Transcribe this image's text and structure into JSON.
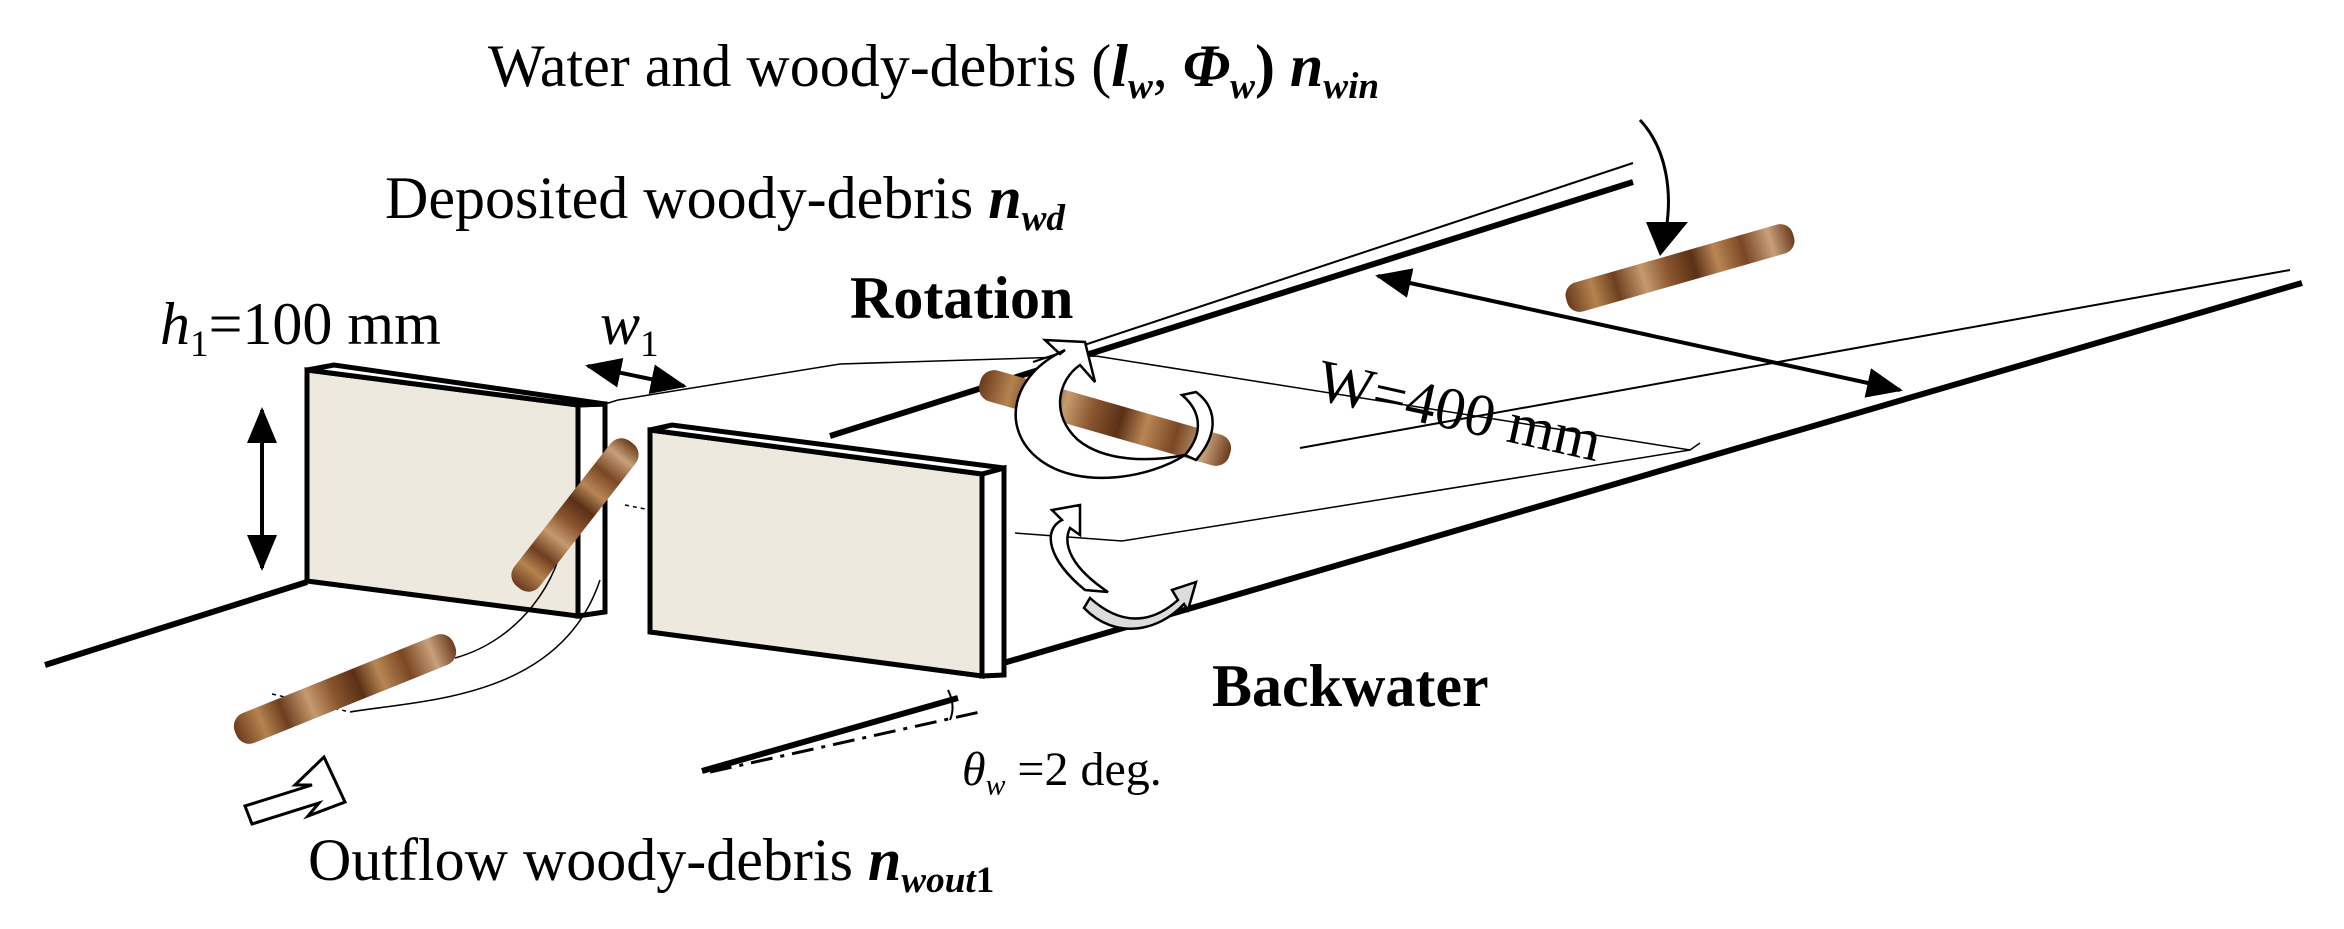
{
  "labels": {
    "inflow": {
      "text": "Water and woody-debris (",
      "lw_sym": "l",
      "lw_sub": "w",
      "comma": ", ",
      "phi_sym": "Φ",
      "phi_sub": "w",
      "close": ")",
      "n_sym": "n",
      "n_sub": "win"
    },
    "deposited": {
      "text": "Deposited woody-debris ",
      "n_sym": "n",
      "n_sub": "wd"
    },
    "height": {
      "sym": "h",
      "sub": "1",
      "value": "=100 mm"
    },
    "gap": {
      "sym": "w",
      "sub": "1"
    },
    "rotation": "Rotation",
    "width": "W=400 mm",
    "backwater": "Backwater",
    "slope": {
      "sym": "θ",
      "sub": "w",
      "value": " =2 deg."
    },
    "outflow": {
      "text": "Outflow woody-debris ",
      "n_sym": "n",
      "n_sub": "wout",
      "n_sub_num": "1"
    }
  },
  "colors": {
    "line": "#000000",
    "wall_face": "#ede9df",
    "log_dark": "#5e3418",
    "log_mid": "#9a6439",
    "log_light": "#c79a70",
    "arrow_fill": "#dcdcdc"
  }
}
